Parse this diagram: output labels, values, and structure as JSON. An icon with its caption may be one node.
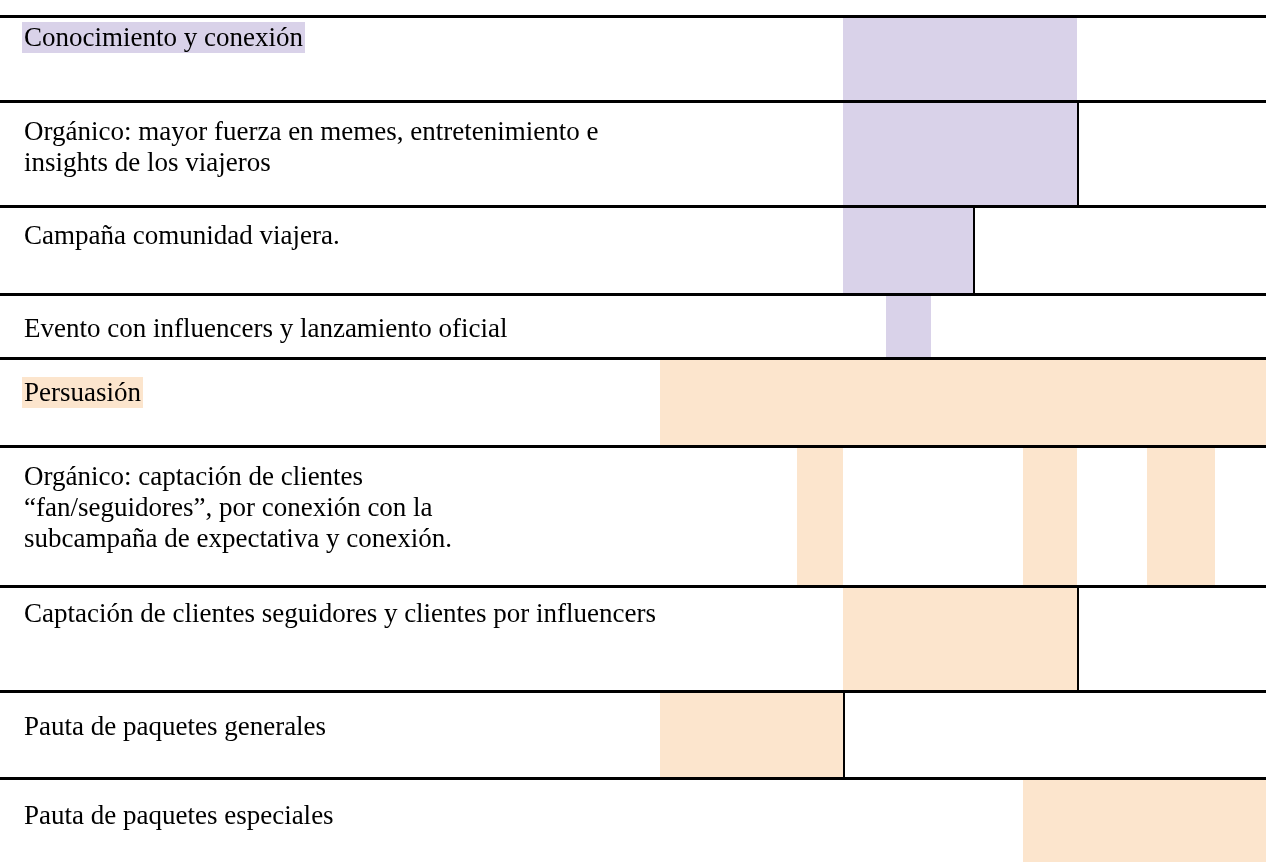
{
  "diagram": {
    "labels": [
      "Conocimiento y conexión",
      "Orgánico: mayor fuerza en memes, entretenimiento e insights de los viajeros",
      "Campaña comunidad viajera.",
      "Evento con influencers y lanzamiento oficial",
      "Persuasión",
      "Orgánico: captación de clientes “fan/seguidores”, por conexión con la subcampaña de expectativa y conexión.",
      "Captación de clientes seguidores y clientes por influencers",
      "Pauta de paquetes generales",
      "Pauta de paquetes especiales"
    ]
  }
}
